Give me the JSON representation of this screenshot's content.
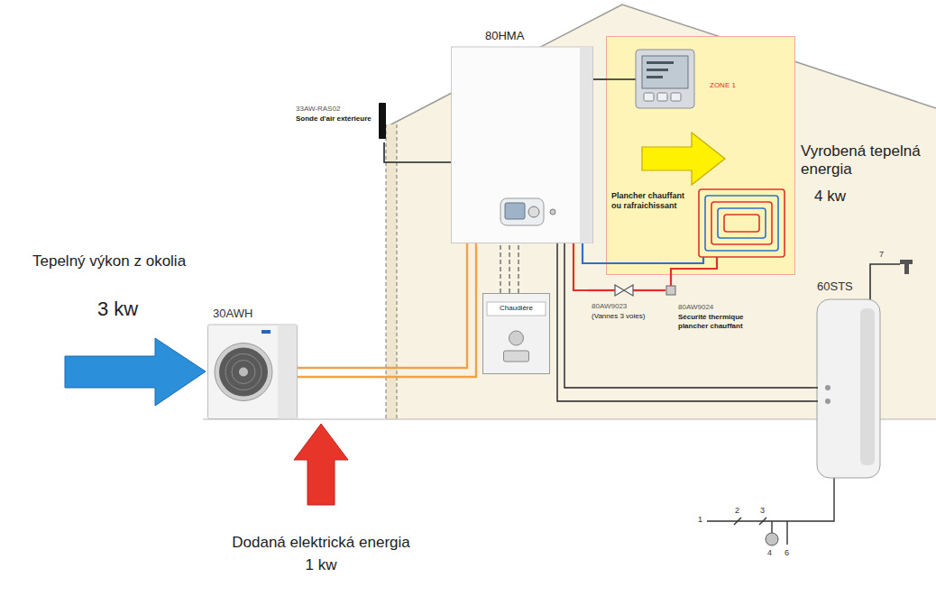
{
  "diagram": {
    "nodes": [
      {
        "text": [
          "33AW-RAS02",
          "Sonde d'air extérieure"
        ]
      },
      {
        "text": [
          "80HMA"
        ]
      },
      {
        "text": [
          "ZONE 1",
          "Plancher chauffant ou rafraichissant"
        ]
      },
      {
        "text": [
          "30AWH"
        ]
      },
      {
        "text": [
          "Chaudière"
        ]
      },
      {
        "text": [
          "80AW9023",
          "(Vannes 3 voies)"
        ]
      },
      {
        "text": [
          "80AW9024",
          "Sécurité thermique plancher chauffant"
        ]
      },
      {
        "text": [
          "60STS"
        ]
      }
    ],
    "edges": [
      {
        "from": 0,
        "to": 1,
        "arrow": "none"
      },
      {
        "from": 3,
        "to": 1,
        "arrow": "none"
      },
      {
        "from": 3,
        "to": 1,
        "arrow": "none"
      },
      {
        "from": 4,
        "to": 1,
        "arrow": "none"
      },
      {
        "from": 4,
        "to": 1,
        "arrow": "none"
      },
      {
        "from": 4,
        "to": 1,
        "arrow": "none"
      },
      {
        "from": 1,
        "to": 2,
        "arrow": "none"
      },
      {
        "from": 1,
        "to": 2,
        "arrow": "none"
      },
      {
        "from": 1,
        "to": 5,
        "arrow": "none"
      },
      {
        "from": 5,
        "to": 6,
        "arrow": "none"
      },
      {
        "from": 6,
        "to": 2,
        "arrow": "none"
      },
      {
        "from": 1,
        "to": 7,
        "arrow": "none"
      },
      {
        "from": 1,
        "to": 7,
        "arrow": "none"
      }
    ],
    "labels": [
      "Tepelný výkon z okolia",
      "3 kw",
      "Vyrobená tepelná energia",
      "4 kw",
      "Dodaná elektrická energia",
      "1 kw",
      "1",
      "2",
      "3",
      "4",
      "6",
      "7"
    ]
  }
}
